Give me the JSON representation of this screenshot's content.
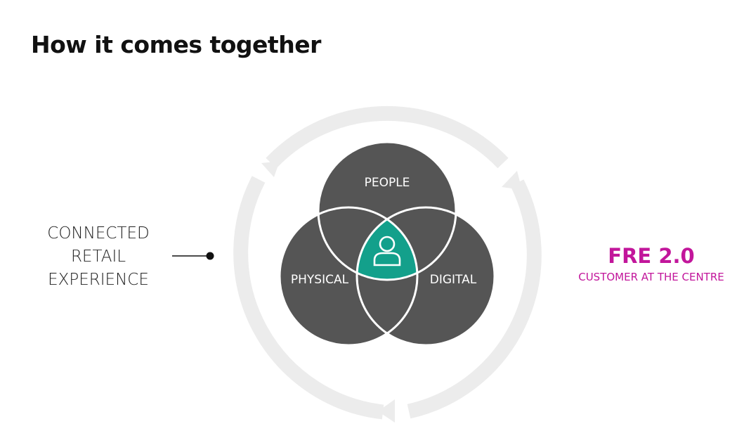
{
  "title": "How it comes together",
  "left_label": {
    "lines": [
      "CONNECTED",
      "RETAIL",
      "EXPERIENCE"
    ]
  },
  "right_block": {
    "title": "FRE 2.0",
    "subtitle": "CUSTOMER AT THE CENTRE"
  },
  "venn": {
    "people": "PEOPLE",
    "physical": "PHYSICAL",
    "digital": "DIGITAL",
    "center_icon": "person-icon"
  },
  "colors": {
    "circle_fill": "#555555",
    "center_fill": "#13a08b",
    "ring": "#ececec",
    "accent": "#c2169b"
  }
}
